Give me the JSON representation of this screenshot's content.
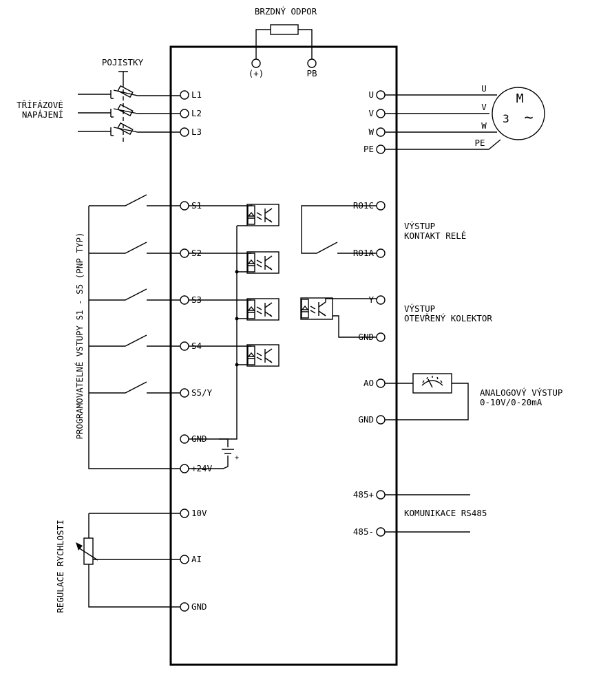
{
  "diagram": {
    "labels": {
      "brake_resistor": "BRZDNÝ ODPOR",
      "fuses": "POJISTKY",
      "three_phase_line1": "TŘÍFÁZOVÉ",
      "three_phase_line2": "NAPÁJENÍ",
      "programmable_inputs": "PROGRAMOVATELNÉ VSTUPY S1 - S5 (PNP TYP)",
      "speed_control": "REGULACE RYCHLOSTI",
      "relay_output_line1": "VÝSTUP",
      "relay_output_line2": "KONTAKT RELÉ",
      "oc_output_line1": "VÝSTUP",
      "oc_output_line2": "OTEVŘENÝ KOLEKTOR",
      "analog_output_line1": "ANALOGOVÝ VÝSTUP",
      "analog_output_line2": "0-10V/0-20mA",
      "comm": "KOMUNIKACE RS485"
    },
    "motor": {
      "letter": "M",
      "phases": "3",
      "symbol": "~",
      "wire_u": "U",
      "wire_v": "V",
      "wire_w": "W",
      "wire_pe": "PE"
    },
    "terminals": {
      "plus": "(+)",
      "pb": "PB",
      "l1": "L1",
      "l2": "L2",
      "l3": "L3",
      "u": "U",
      "v": "V",
      "w": "W",
      "pe": "PE",
      "s1": "S1",
      "s2": "S2",
      "s3": "S3",
      "s4": "S4",
      "s5": "S5/Y",
      "gnd_dig": "GND",
      "p24": "+24V",
      "v10": "10V",
      "ai": "AI",
      "gnd_an": "GND",
      "ro1c": "RO1C",
      "ro1a": "RO1A",
      "y": "Y",
      "gnd_y": "GND",
      "ao": "AO",
      "gnd_ao": "GND",
      "rs485p": "485+",
      "rs485m": "485-"
    },
    "battery_plus": "+"
  }
}
